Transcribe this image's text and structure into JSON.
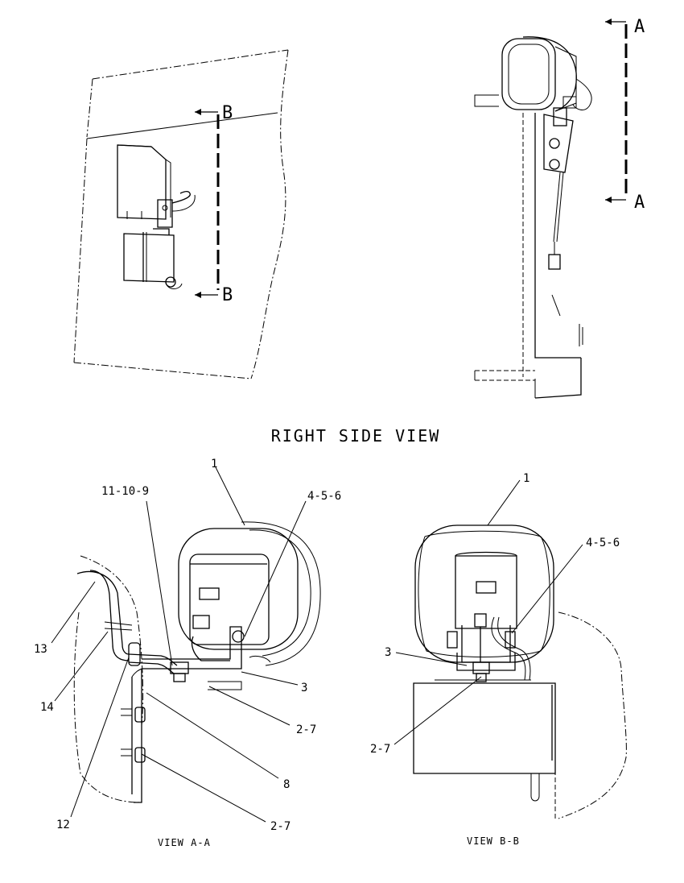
{
  "title": "RIGHT SIDE VIEW",
  "section_markers": {
    "a_top": "A",
    "a_bottom": "A",
    "b_top": "B",
    "b_bottom": "B"
  },
  "view_captions": {
    "view_aa": "VIEW A-A",
    "view_bb": "VIEW B-B"
  },
  "callouts_aa": {
    "c1": "1",
    "c11_10_9": "11-10-9",
    "c4_5_6": "4-5-6",
    "c13": "13",
    "c14": "14",
    "c3": "3",
    "c2_7_upper": "2-7",
    "c8": "8",
    "c12": "12",
    "c2_7_lower": "2-7"
  },
  "callouts_bb": {
    "c1": "1",
    "c4_5_6": "4-5-6",
    "c3": "3",
    "c2_7": "2-7"
  }
}
